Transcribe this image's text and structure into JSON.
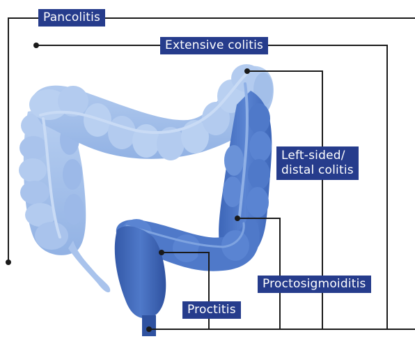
{
  "labels": {
    "pancolitis": "Pancolitis",
    "extensive": "Extensive colitis",
    "left_sided_line1": "Left-sided/",
    "left_sided_line2": "distal colitis",
    "proctosigmoiditis": "Proctosigmoiditis",
    "proctitis": "Proctitis"
  },
  "colors": {
    "label_bg": "#263c8c",
    "label_text": "#ffffff",
    "leader_line": "#1a1a1a",
    "colon_light": "#a9c4ec",
    "colon_mid": "#86a9e0",
    "colon_dark": "#4f79c9",
    "colon_darkest": "#3a62b4"
  }
}
